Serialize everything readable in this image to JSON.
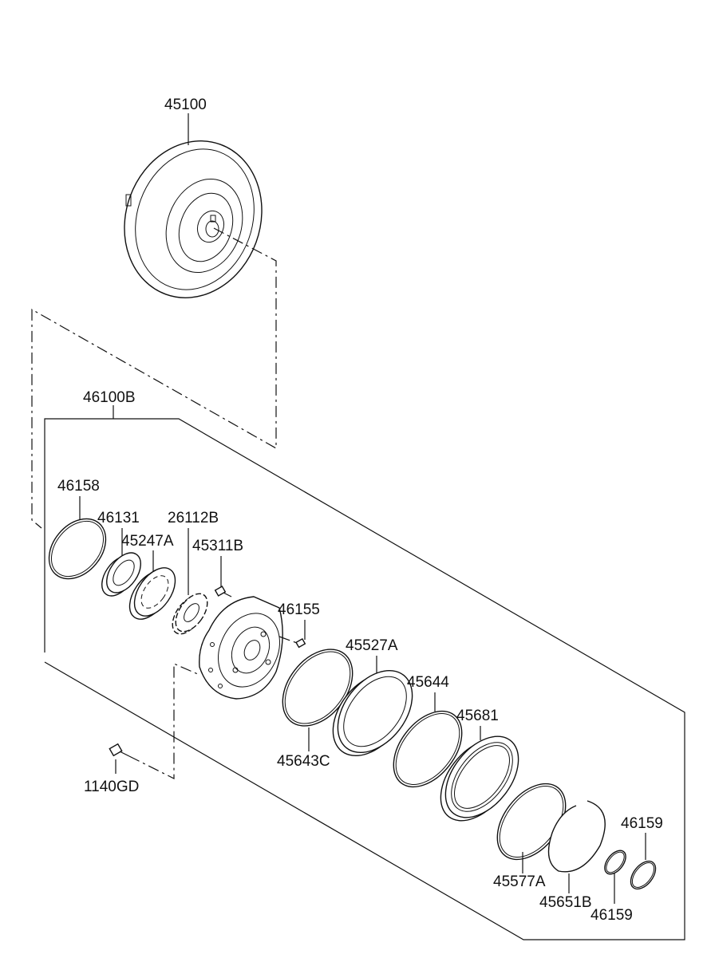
{
  "labels": {
    "p45100": "45100",
    "p46100B": "46100B",
    "p46158": "46158",
    "p46131": "46131",
    "p26112B": "26112B",
    "p45247A": "45247A",
    "p45311B": "45311B",
    "p46155": "46155",
    "p45527A": "45527A",
    "p45644": "45644",
    "p45681": "45681",
    "p45643C": "45643C",
    "p1140GD": "1140GD",
    "p46159a": "46159",
    "p45577A": "45577A",
    "p45651B": "45651B",
    "p46159b": "46159"
  }
}
